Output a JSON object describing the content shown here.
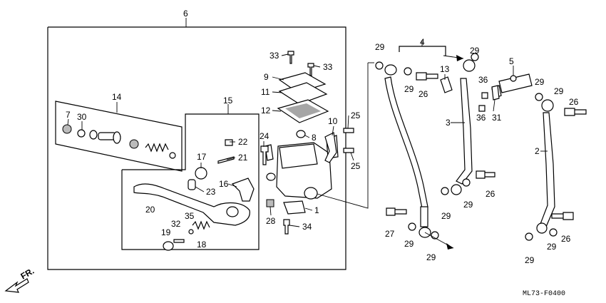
{
  "labels": {
    "c1": "1",
    "c2": "2",
    "c3": "3",
    "c4": "4",
    "c5": "5",
    "c6": "6",
    "c7": "7",
    "c8": "8",
    "c9": "9",
    "c10": "10",
    "c11": "11",
    "c12": "12",
    "c13": "13",
    "c14": "14",
    "c15": "15",
    "c16": "16",
    "c17": "17",
    "c18": "18",
    "c19": "19",
    "c20": "20",
    "c21": "21",
    "c22": "22",
    "c23": "23",
    "c24": "24",
    "c25a": "25",
    "c25b": "25",
    "c26a": "26",
    "c26b": "26",
    "c26c": "26",
    "c26d": "26",
    "c27": "27",
    "c28": "28",
    "c29a": "29",
    "c29b": "29",
    "c29c": "29",
    "c29d": "29",
    "c29e": "29",
    "c29f": "29",
    "c29g": "29",
    "c29h": "29",
    "c29i": "29",
    "c29j": "29",
    "c30": "30",
    "c31": "31",
    "c32": "32",
    "c33a": "33",
    "c33b": "33",
    "c34": "34",
    "c35": "35",
    "c36a": "36",
    "c36b": "36"
  },
  "direction_label": "FR.",
  "diagram_code": "ML73-F0400"
}
